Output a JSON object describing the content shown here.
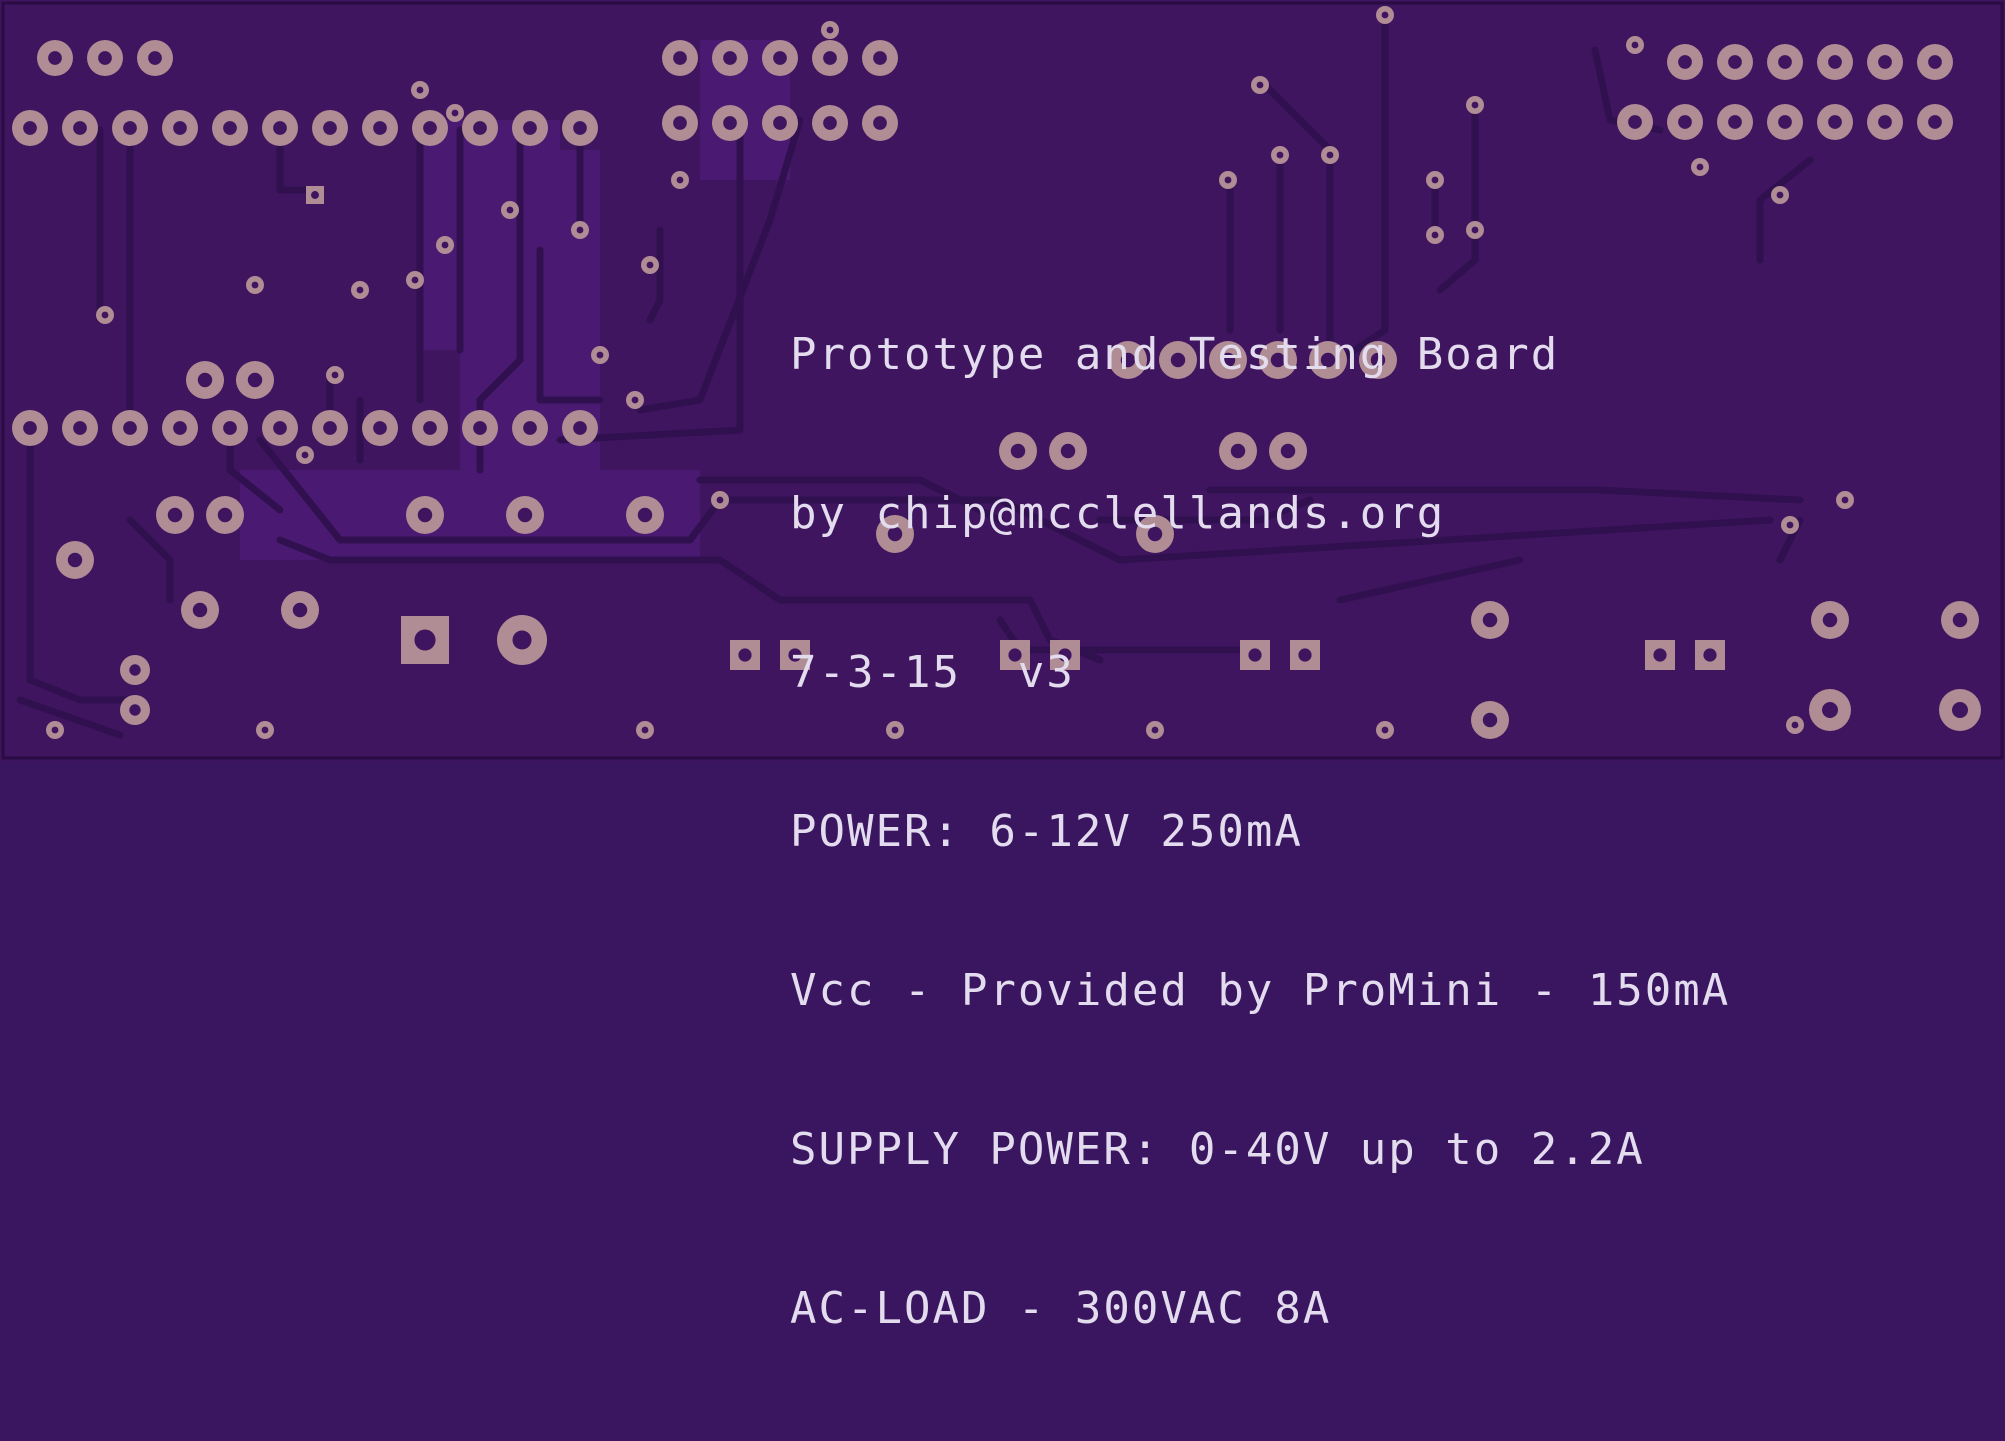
{
  "board": {
    "colors": {
      "substrate": "#3f155f",
      "copper_pour": "#4a1a72",
      "trace": "#311050",
      "pad": "#b08c94",
      "drill": "#3f155f",
      "silkscreen": "#e3dbee"
    },
    "silkscreen_lines": [
      "Prototype and Testing Board",
      "by chip@mcclellands.org",
      "7-3-15  v3",
      "POWER: 6-12V 250mA",
      "Vcc - Provided by ProMini - 150mA",
      "SUPPLY POWER: 0-40V up to 2.2A",
      "AC-LOAD - 300VAC 8A"
    ]
  }
}
